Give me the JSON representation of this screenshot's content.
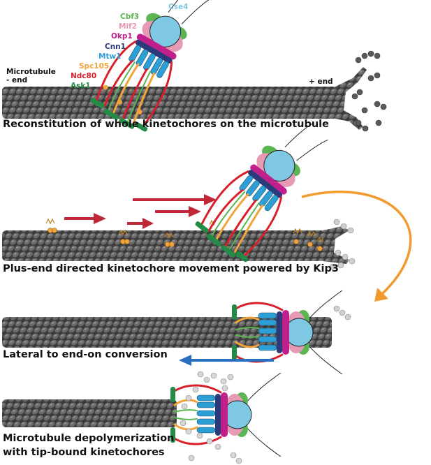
{
  "panels": [
    {
      "caption": "Reconstitution of whole kinetochores on the microtubule"
    },
    {
      "caption": "Plus-end directed kinetochore movement powered by Kip3"
    },
    {
      "caption": "Lateral to end-on conversion"
    },
    {
      "caption_line1": "Microtubule depolymerization",
      "caption_line2": "with tip-bound kinetochores"
    }
  ],
  "ends": {
    "minus_line1": "Microtubule",
    "minus_line2": "- end",
    "plus": "+ end"
  },
  "proteins": [
    {
      "name": "Cse4",
      "color": "#7ec8e3"
    },
    {
      "name": "Cbf3",
      "color": "#5ab552"
    },
    {
      "name": "Mif2",
      "color": "#e79ab4"
    },
    {
      "name": "Okp1",
      "color": "#c0208c"
    },
    {
      "name": "Cnn1",
      "color": "#2a3a7a"
    },
    {
      "name": "Mtw1",
      "color": "#2c9fd6"
    },
    {
      "name": "Spc105",
      "color": "#f2a33a"
    },
    {
      "name": "Ndc80",
      "color": "#d8202a"
    },
    {
      "name": "Ask1",
      "color": "#238b45"
    }
  ],
  "colors": {
    "microtubule": "#555555",
    "arrow_red": "#c0283a",
    "arrow_orange": "#f29a2e",
    "arrow_blue": "#2a6fbf"
  }
}
